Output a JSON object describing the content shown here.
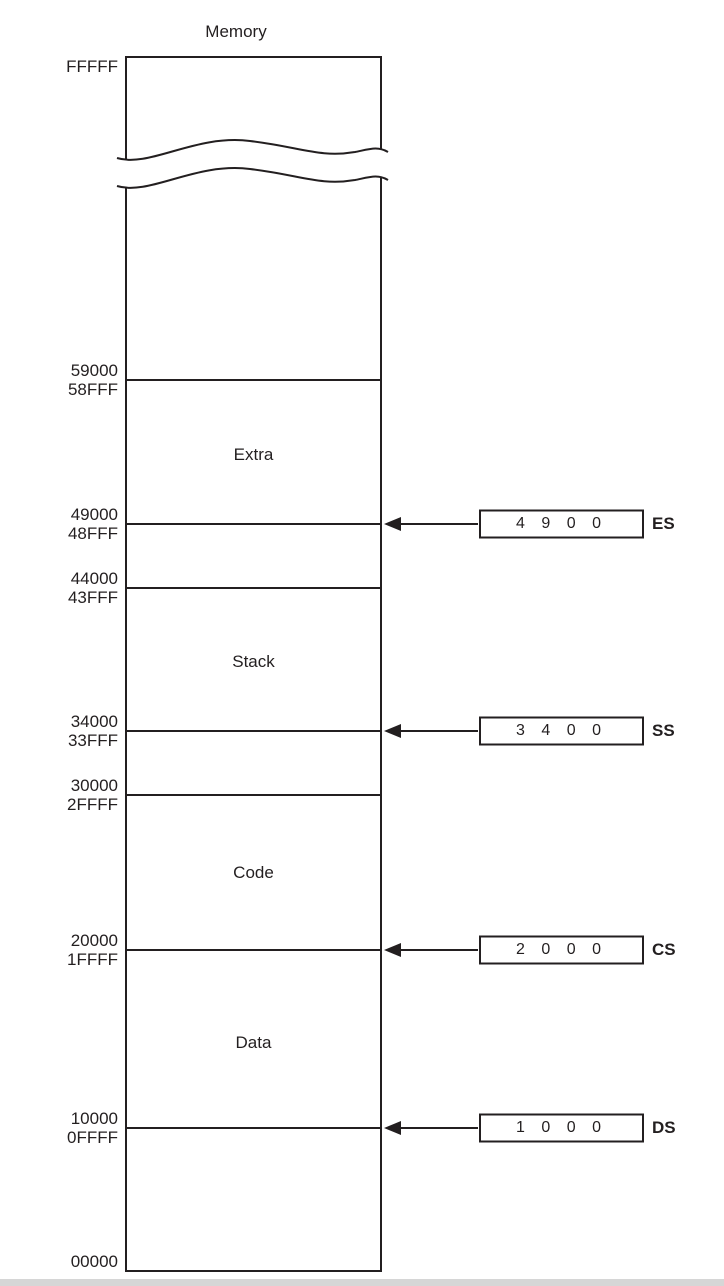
{
  "title": "Memory",
  "memory_map": {
    "addresses": [
      "FFFFF",
      "59000",
      "58FFF",
      "49000",
      "48FFF",
      "44000",
      "43FFF",
      "34000",
      "33FFF",
      "30000",
      "2FFFF",
      "20000",
      "1FFFF",
      "10000",
      "0FFFF",
      "00000"
    ],
    "segments": [
      "Extra",
      "Stack",
      "Code",
      "Data"
    ]
  },
  "registers": [
    {
      "name": "ES",
      "value": "4 9 0 0",
      "points_to": "49000"
    },
    {
      "name": "SS",
      "value": "3 4 0 0",
      "points_to": "34000"
    },
    {
      "name": "CS",
      "value": "2 0 0 0",
      "points_to": "20000"
    },
    {
      "name": "DS",
      "value": "1 0 0 0",
      "points_to": "10000"
    }
  ],
  "colors": {
    "ink": "#231f20",
    "background": "#ffffff"
  }
}
